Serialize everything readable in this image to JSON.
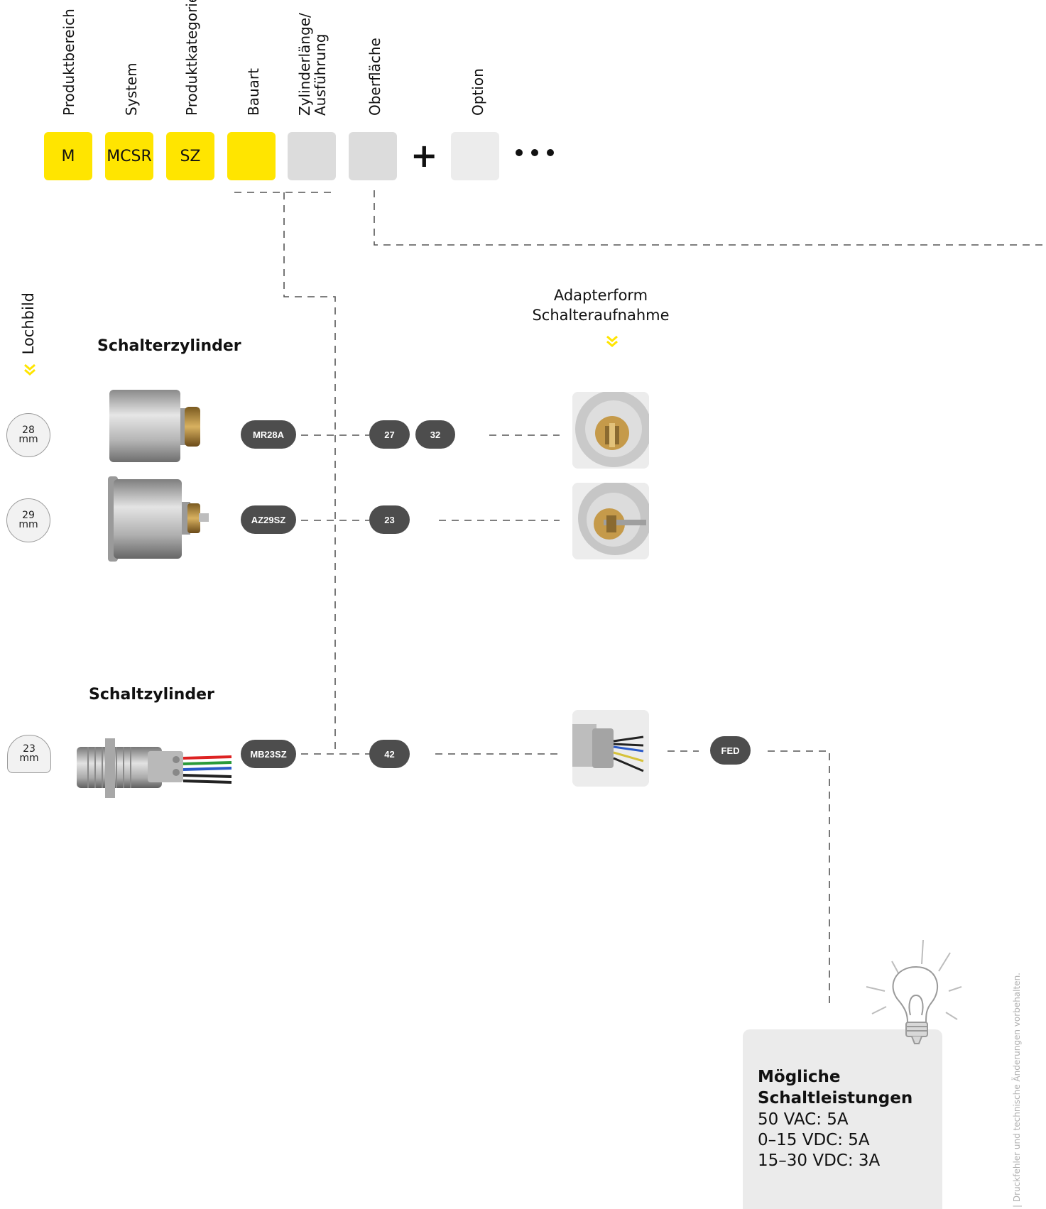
{
  "columns": {
    "produktbereich": "Produktbereich",
    "system": "System",
    "produktkategorie": "Produktkategorie",
    "bauart": "Bauart",
    "zylinderlaenge_1": "Zylinderlänge/",
    "zylinderlaenge_2": "Ausführung",
    "oberflaeche": "Oberfläche",
    "option": "Option"
  },
  "code": {
    "produktbereich": "M",
    "system": "MCSR",
    "produktkategorie": "SZ"
  },
  "lochbild_label": "Lochbild",
  "adapter": {
    "line1": "Adapterform",
    "line2": "Schalteraufnahme"
  },
  "sections": {
    "schalterzylinder": "Schalterzylinder",
    "schaltzylinder": "Schaltzylinder"
  },
  "rows": [
    {
      "hole_value": "28",
      "hole_unit": "mm",
      "type": "MR28A",
      "lengths": [
        "27",
        "32"
      ]
    },
    {
      "hole_value": "29",
      "hole_unit": "mm",
      "type": "AZ29SZ",
      "lengths": [
        "23"
      ]
    },
    {
      "hole_value": "23",
      "hole_unit": "mm",
      "type": "MB23SZ",
      "lengths": [
        "42"
      ],
      "option": "FED"
    }
  ],
  "info": {
    "title": "Mögliche Schaltleistungen",
    "lines": [
      "50 VAC: 5A",
      "0–15 VDC: 5A",
      "15–30 VDC: 3A"
    ]
  },
  "side_note": "| Druckfehler und technische Änderungen vorbehalten.",
  "colors": {
    "accent_yellow": "#ffe500",
    "pill": "#4d4d4d",
    "box_grey": "#dcdcdc"
  },
  "icons": [
    "plus-icon",
    "ellipsis-icon",
    "chevron-double-down-icon",
    "lightbulb-icon"
  ]
}
